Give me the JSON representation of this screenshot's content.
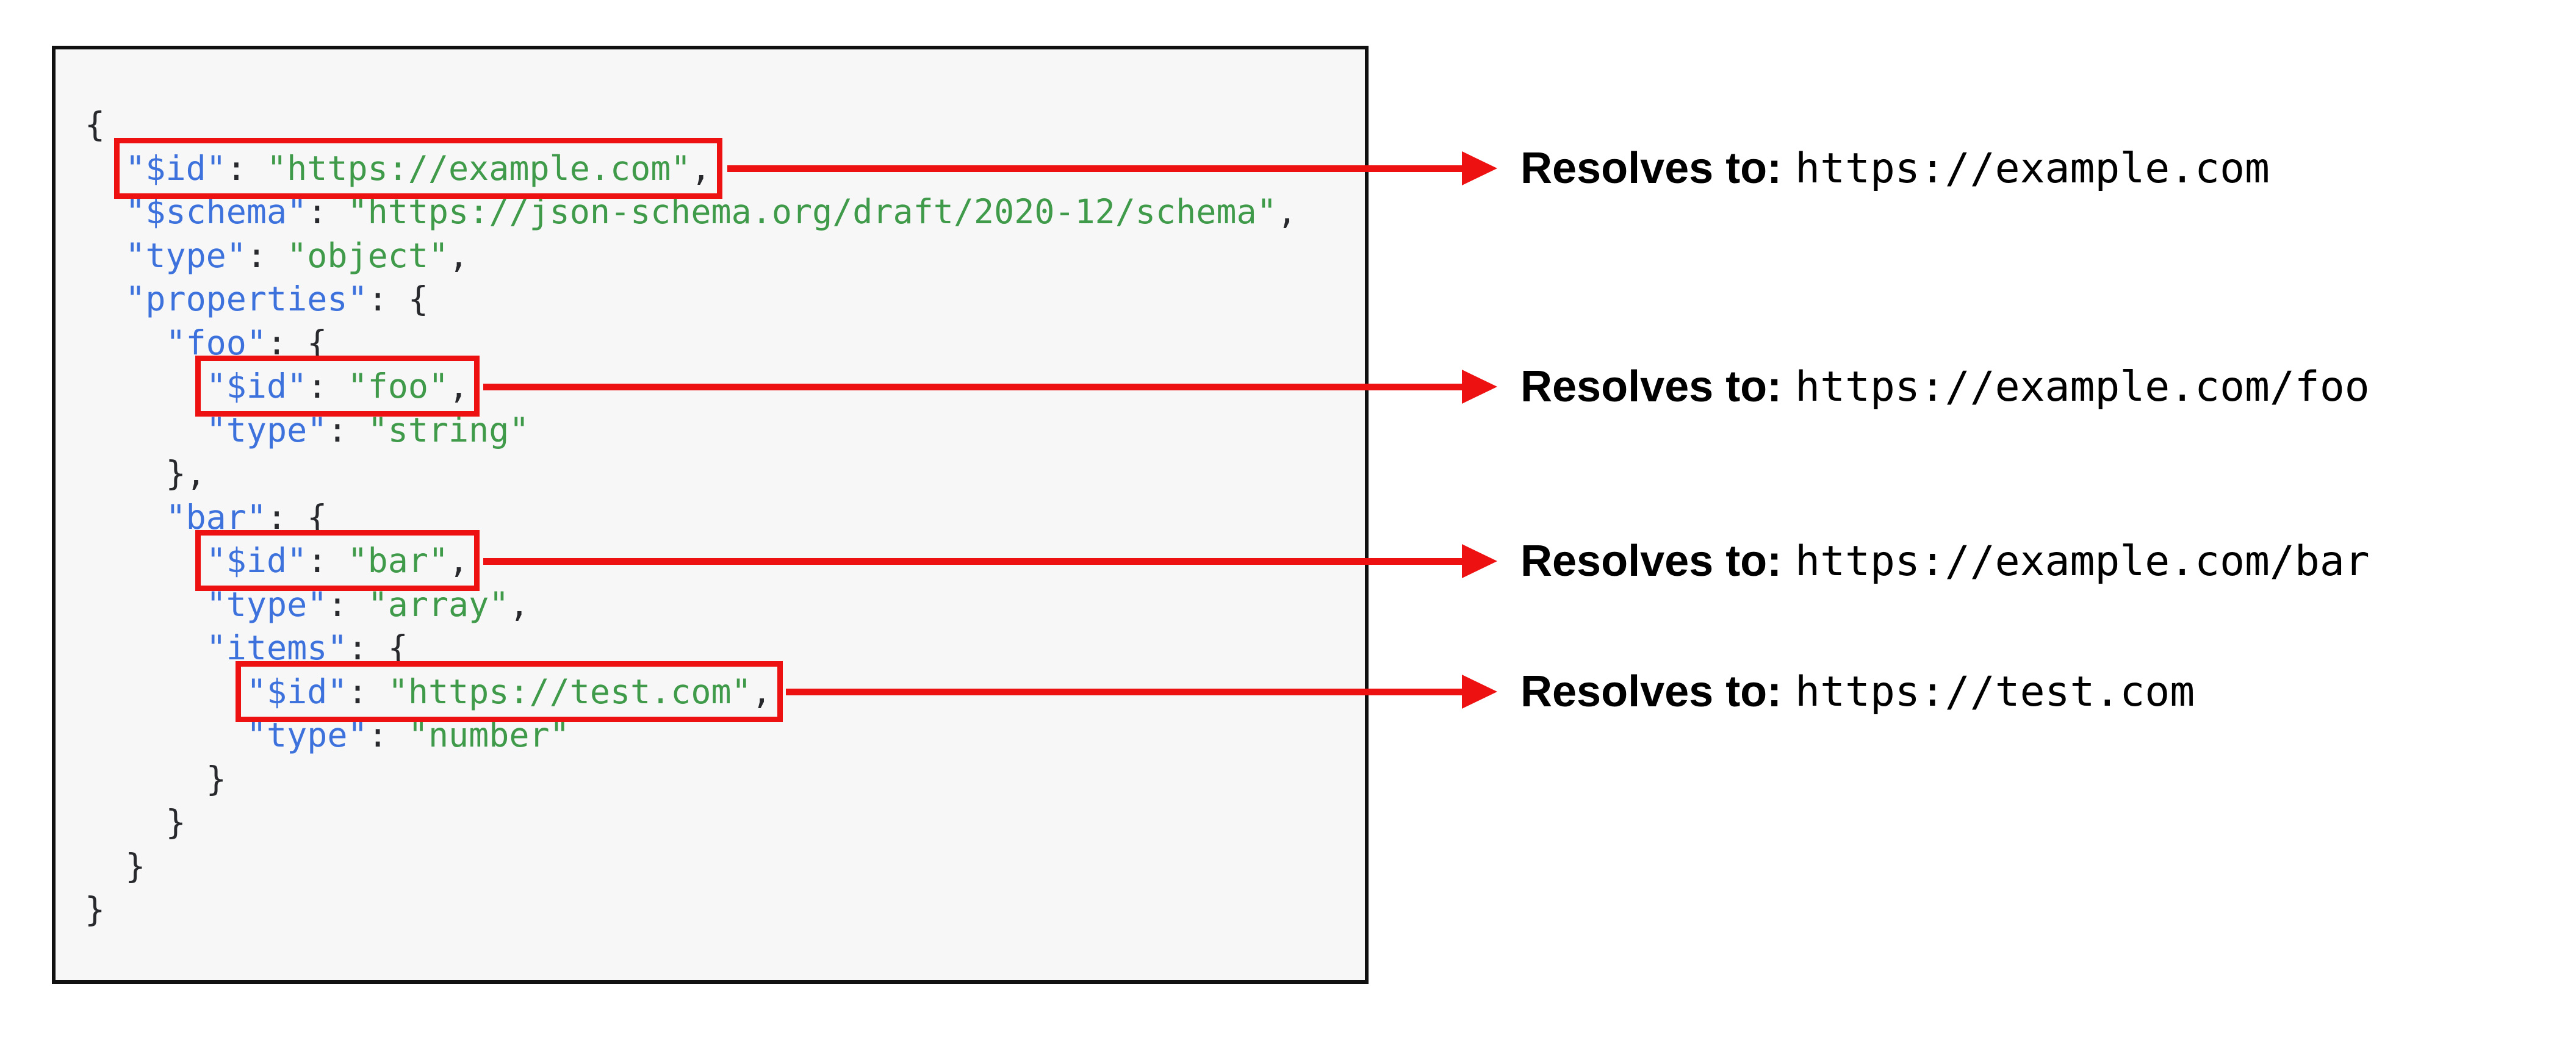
{
  "code": {
    "colors": {
      "key": "#3d72dd",
      "string": "#3f9a49",
      "punct": "#27292c",
      "background": "#f7f7f8",
      "border": "#111111"
    },
    "lines": [
      {
        "indent": "",
        "boxed": false,
        "tokens": [
          {
            "c": "p",
            "t": "{"
          }
        ]
      },
      {
        "indent": "  ",
        "boxed": true,
        "tokens": [
          {
            "c": "k",
            "t": "\"$id\""
          },
          {
            "c": "p",
            "t": ": "
          },
          {
            "c": "s",
            "t": "\"https://example.com\""
          },
          {
            "c": "p",
            "t": ","
          }
        ]
      },
      {
        "indent": "  ",
        "boxed": false,
        "tokens": [
          {
            "c": "k",
            "t": "\"$schema\""
          },
          {
            "c": "p",
            "t": ": "
          },
          {
            "c": "s",
            "t": "\"https://json-schema.org/draft/2020-12/schema\""
          },
          {
            "c": "p",
            "t": ","
          }
        ]
      },
      {
        "indent": "  ",
        "boxed": false,
        "tokens": [
          {
            "c": "k",
            "t": "\"type\""
          },
          {
            "c": "p",
            "t": ": "
          },
          {
            "c": "s",
            "t": "\"object\""
          },
          {
            "c": "p",
            "t": ","
          }
        ]
      },
      {
        "indent": "  ",
        "boxed": false,
        "tokens": [
          {
            "c": "k",
            "t": "\"properties\""
          },
          {
            "c": "p",
            "t": ": {"
          }
        ]
      },
      {
        "indent": "    ",
        "boxed": false,
        "tokens": [
          {
            "c": "k",
            "t": "\"foo\""
          },
          {
            "c": "p",
            "t": ": {"
          }
        ]
      },
      {
        "indent": "      ",
        "boxed": true,
        "tokens": [
          {
            "c": "k",
            "t": "\"$id\""
          },
          {
            "c": "p",
            "t": ": "
          },
          {
            "c": "s",
            "t": "\"foo\""
          },
          {
            "c": "p",
            "t": ","
          }
        ]
      },
      {
        "indent": "      ",
        "boxed": false,
        "tokens": [
          {
            "c": "k",
            "t": "\"type\""
          },
          {
            "c": "p",
            "t": ": "
          },
          {
            "c": "s",
            "t": "\"string\""
          }
        ]
      },
      {
        "indent": "    ",
        "boxed": false,
        "tokens": [
          {
            "c": "p",
            "t": "},"
          }
        ]
      },
      {
        "indent": "    ",
        "boxed": false,
        "tokens": [
          {
            "c": "k",
            "t": "\"bar\""
          },
          {
            "c": "p",
            "t": ": {"
          }
        ]
      },
      {
        "indent": "      ",
        "boxed": true,
        "tokens": [
          {
            "c": "k",
            "t": "\"$id\""
          },
          {
            "c": "p",
            "t": ": "
          },
          {
            "c": "s",
            "t": "\"bar\""
          },
          {
            "c": "p",
            "t": ","
          }
        ]
      },
      {
        "indent": "      ",
        "boxed": false,
        "tokens": [
          {
            "c": "k",
            "t": "\"type\""
          },
          {
            "c": "p",
            "t": ": "
          },
          {
            "c": "s",
            "t": "\"array\""
          },
          {
            "c": "p",
            "t": ","
          }
        ]
      },
      {
        "indent": "      ",
        "boxed": false,
        "tokens": [
          {
            "c": "k",
            "t": "\"items\""
          },
          {
            "c": "p",
            "t": ": {"
          }
        ]
      },
      {
        "indent": "        ",
        "boxed": true,
        "tokens": [
          {
            "c": "k",
            "t": "\"$id\""
          },
          {
            "c": "p",
            "t": ": "
          },
          {
            "c": "s",
            "t": "\"https://test.com\""
          },
          {
            "c": "p",
            "t": ","
          }
        ]
      },
      {
        "indent": "        ",
        "boxed": false,
        "tokens": [
          {
            "c": "k",
            "t": "\"type\""
          },
          {
            "c": "p",
            "t": ": "
          },
          {
            "c": "s",
            "t": "\"number\""
          }
        ]
      },
      {
        "indent": "      ",
        "boxed": false,
        "tokens": [
          {
            "c": "p",
            "t": "}"
          }
        ]
      },
      {
        "indent": "    ",
        "boxed": false,
        "tokens": [
          {
            "c": "p",
            "t": "}"
          }
        ]
      },
      {
        "indent": "  ",
        "boxed": false,
        "tokens": [
          {
            "c": "p",
            "t": "}"
          }
        ]
      },
      {
        "indent": "",
        "boxed": false,
        "tokens": [
          {
            "c": "p",
            "t": "}"
          }
        ]
      }
    ]
  },
  "highlight_color": "#ee1111",
  "arrow_color": "#ee1111",
  "annotations": [
    {
      "label": "Resolves to:",
      "value": "https://example.com"
    },
    {
      "label": "Resolves to:",
      "value": "https://example.com/foo"
    },
    {
      "label": "Resolves to:",
      "value": "https://example.com/bar"
    },
    {
      "label": "Resolves to:",
      "value": "https://test.com"
    }
  ]
}
